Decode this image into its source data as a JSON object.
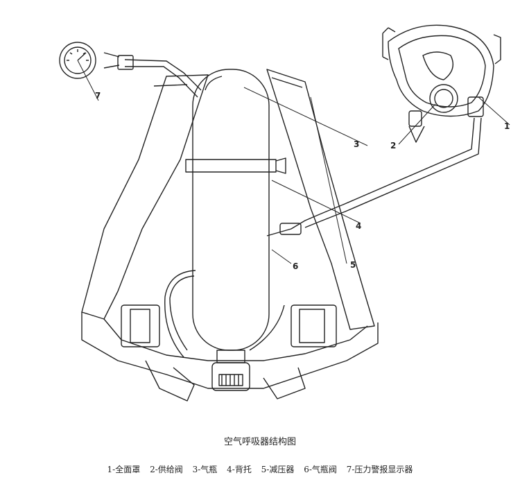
{
  "caption": "空气呼吸器结构图",
  "callouts": [
    {
      "num": "1",
      "label": "1-全面罩"
    },
    {
      "num": "2",
      "label": "2-供给阀"
    },
    {
      "num": "3",
      "label": "3-气瓶"
    },
    {
      "num": "4",
      "label": "4-背托"
    },
    {
      "num": "5",
      "label": "5-减压器"
    },
    {
      "num": "6",
      "label": "6-气瓶阀"
    },
    {
      "num": "7",
      "label": "7-压力警报显示器"
    }
  ]
}
